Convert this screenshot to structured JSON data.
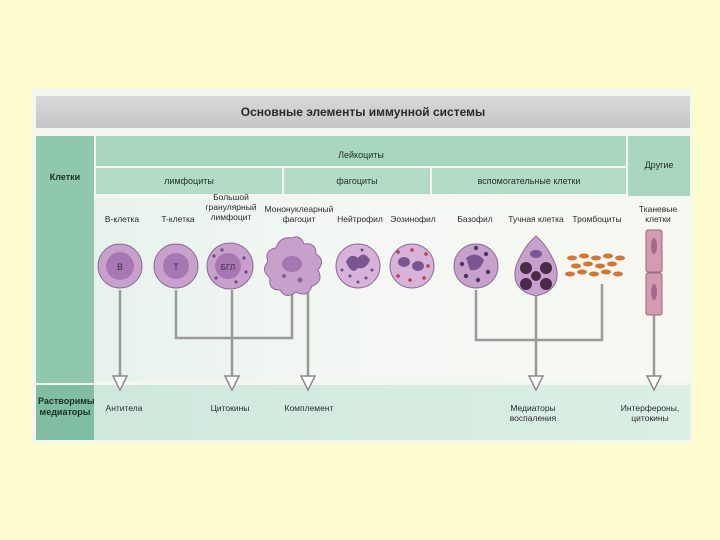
{
  "title": "Основные элементы иммунной системы",
  "rows": {
    "cells": "Клетки",
    "mediators": "Растворимые медиаторы"
  },
  "header": {
    "leukocytes": "Лейкоциты",
    "other": "Другие",
    "lymphocytes": "лимфоциты",
    "phagocytes": "фагоциты",
    "auxiliary": "вспомогательные клетки"
  },
  "cells": {
    "b_cell": "B-клетка",
    "t_cell": "T-клетка",
    "lgl": "Большой гранулярный лимфоцит",
    "mono": "Мононуклеарный фагоцит",
    "neutrophil": "Нейтрофил",
    "eosinophil": "Эозинофил",
    "basophil": "Базофил",
    "mast": "Тучная клетка",
    "platelets": "Тромбоциты",
    "tissue": "Тканевые клетки"
  },
  "cell_marks": {
    "b": "B",
    "t": "T",
    "lgl": "БГЛ"
  },
  "outputs": {
    "antibodies": "Антитела",
    "cytokines": "Цитокины",
    "complement": "Комплемент",
    "inflammation": "Медиаторы воспаления",
    "interferons": "Интерфероны, цитокины"
  },
  "colors": {
    "cell_fill": "#c7a1cc",
    "cell_nucleus": "#a777b3",
    "granule": "#6a4a8a",
    "eos_granule": "#c23a4a",
    "platelet": "#d9742f",
    "tissue": "#d49ab0",
    "line": "#8a8a8a"
  }
}
